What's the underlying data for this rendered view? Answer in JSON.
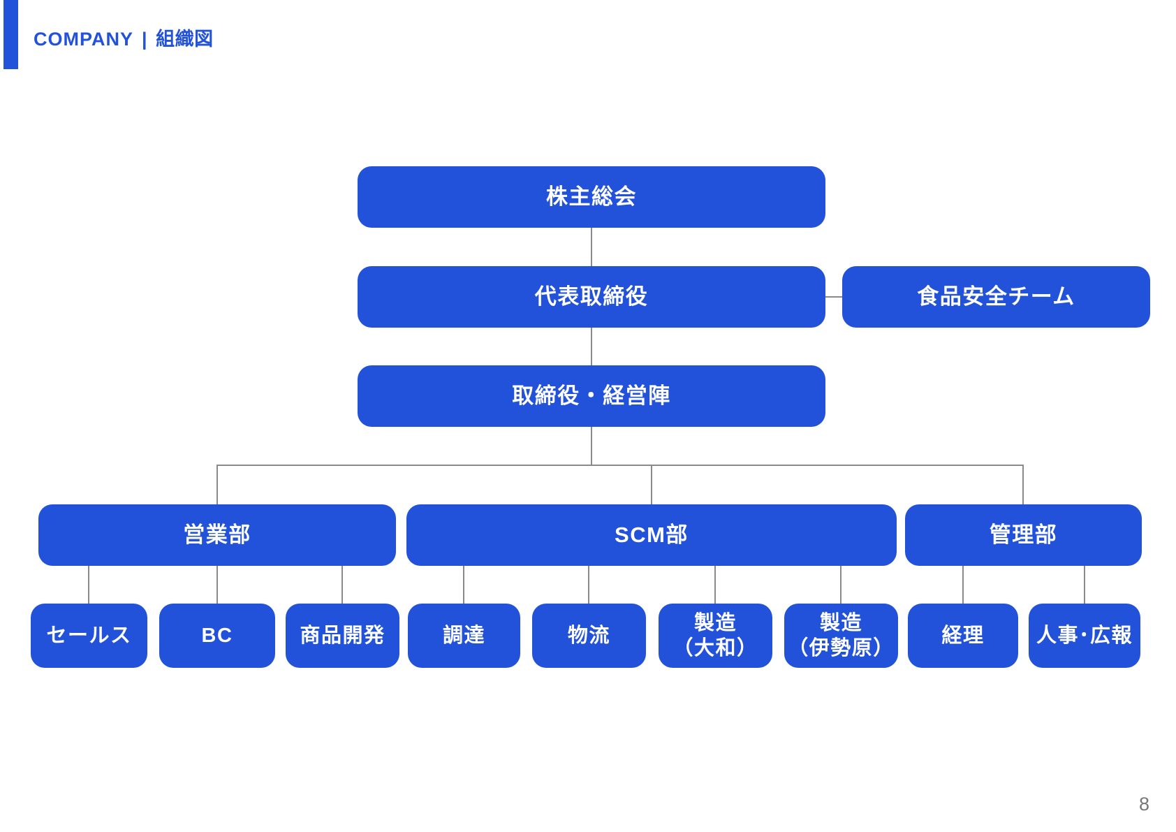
{
  "header": {
    "brand": "COMPANY",
    "separator": "|",
    "title": "組織図"
  },
  "page_number": "8",
  "colors": {
    "box_blue": "#2152d9",
    "connector_gray": "#8a8a8a",
    "box_text": "#ffffff",
    "header_text": "#2152d9",
    "page_number_gray": "#777777"
  },
  "org": {
    "nodes": [
      {
        "id": "shareholders",
        "lines": [
          "株主総会"
        ]
      },
      {
        "id": "ceo",
        "lines": [
          "代表取締役"
        ]
      },
      {
        "id": "food-safety",
        "lines": [
          "食品安全チーム"
        ]
      },
      {
        "id": "board",
        "lines": [
          "取締役・経営陣"
        ]
      },
      {
        "id": "sales-dept",
        "lines": [
          "営業部"
        ]
      },
      {
        "id": "scm-dept",
        "lines": [
          "SCM部"
        ]
      },
      {
        "id": "admin-dept",
        "lines": [
          "管理部"
        ]
      },
      {
        "id": "sales",
        "lines": [
          "セールス"
        ]
      },
      {
        "id": "bc",
        "lines": [
          "BC"
        ]
      },
      {
        "id": "product-dev",
        "lines": [
          "商品開発"
        ]
      },
      {
        "id": "procurement",
        "lines": [
          "調達"
        ]
      },
      {
        "id": "logistics",
        "lines": [
          "物流"
        ]
      },
      {
        "id": "mfg-yamato",
        "lines": [
          "製造",
          "（大和）"
        ]
      },
      {
        "id": "mfg-isehara",
        "lines": [
          "製造",
          "（伊勢原）"
        ]
      },
      {
        "id": "accounting",
        "lines": [
          "経理"
        ]
      },
      {
        "id": "hr-pr",
        "lines": [
          "人事･広報"
        ]
      }
    ],
    "hierarchy": [
      {
        "parent": "shareholders",
        "children": [
          "ceo"
        ]
      },
      {
        "parent": "ceo",
        "children": [
          "board"
        ],
        "side_link": "food-safety"
      },
      {
        "parent": "board",
        "children": [
          "sales-dept",
          "scm-dept",
          "admin-dept"
        ]
      },
      {
        "parent": "sales-dept",
        "children": [
          "sales",
          "bc",
          "product-dev"
        ]
      },
      {
        "parent": "scm-dept",
        "children": [
          "procurement",
          "logistics",
          "mfg-yamato",
          "mfg-isehara"
        ]
      },
      {
        "parent": "admin-dept",
        "children": [
          "accounting",
          "hr-pr"
        ]
      }
    ]
  }
}
